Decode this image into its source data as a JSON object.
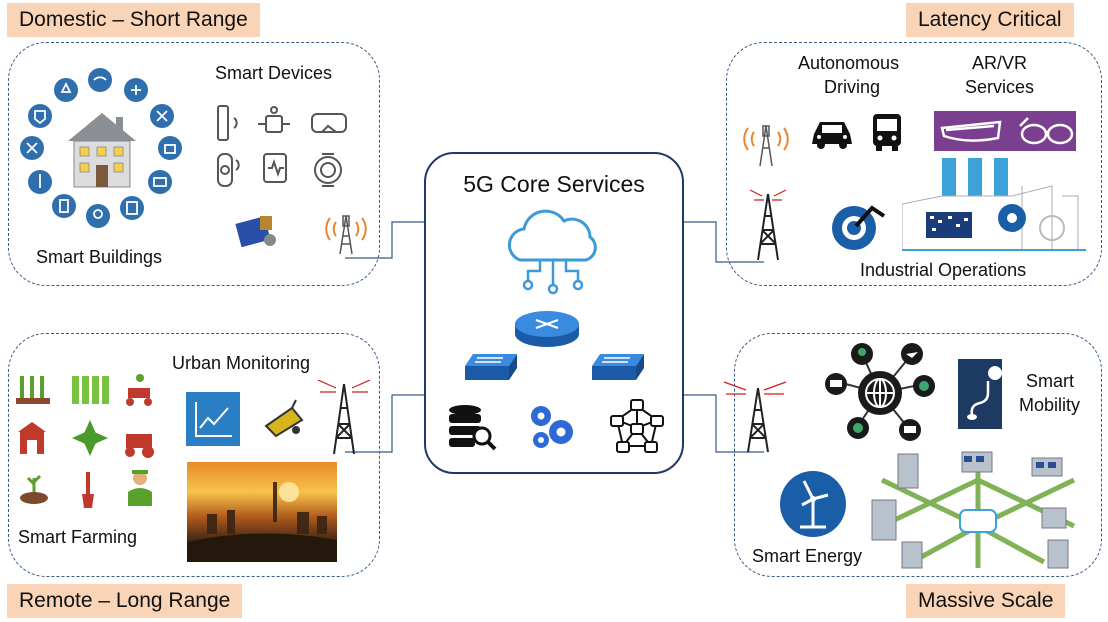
{
  "tags": {
    "domestic": "Domestic – Short Range",
    "latency": "Latency Critical",
    "remote": "Remote – Long Range",
    "massive": "Massive Scale"
  },
  "core": {
    "title": "5G Core Services"
  },
  "domestic": {
    "smart_devices": "Smart Devices",
    "smart_buildings": "Smart Buildings"
  },
  "latency": {
    "autonomous_line1": "Autonomous",
    "autonomous_line2": "Driving",
    "arvr_line1": "AR/VR",
    "arvr_line2": "Services",
    "industrial": "Industrial Operations"
  },
  "remote": {
    "urban": "Urban Monitoring",
    "farming": "Smart Farming"
  },
  "massive": {
    "mobility_line1": "Smart",
    "mobility_line2": "Mobility",
    "energy": "Smart Energy"
  },
  "colors": {
    "tag_bg": "#f9d4b6",
    "panel_border": "#3a5a8a",
    "core_border": "#1f3a68",
    "icon_blue": "#2a7fc4",
    "icon_orange": "#e8862c",
    "icon_gray": "#555555"
  },
  "icons": [
    "house-icon",
    "wifi-icon",
    "cctv-icon",
    "snowflake-icon",
    "lock-icon",
    "heater-icon",
    "door-icon",
    "bulb-icon",
    "meter-icon",
    "thermometer-icon",
    "tools-icon",
    "shield-icon",
    "drop-icon",
    "cloud-icon",
    "router-icon",
    "switch-icon",
    "database-search-icon",
    "gears-icon",
    "network-lock-icon",
    "antenna-icon",
    "tower-icon",
    "car-icon",
    "bus-icon",
    "ar-glasses-icon",
    "vr-goggles-icon",
    "robot-arm-icon",
    "factory-icon",
    "chart-icon",
    "sensor-icon",
    "city-photo",
    "plants-icon",
    "fence-icon",
    "tractor-icon",
    "barn-icon",
    "windmill-icon",
    "farmer-icon",
    "shovel-icon",
    "sprout-icon",
    "globe-hub-icon",
    "map-route-icon",
    "wind-turbine-icon",
    "microgrid-icon"
  ]
}
